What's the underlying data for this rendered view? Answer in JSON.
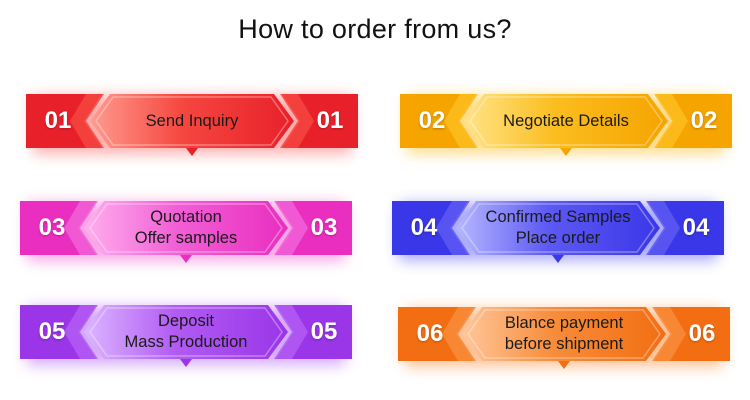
{
  "title": "How to order from us?",
  "steps": [
    {
      "number": "01",
      "lines": [
        "Send Inquiry"
      ],
      "colors": {
        "dark": "#e8202a",
        "mid": "#f5473f",
        "light": "#ff9c90",
        "glow": "#ff4d4d"
      }
    },
    {
      "number": "02",
      "lines": [
        "Negotiate Details"
      ],
      "colors": {
        "dark": "#f5a400",
        "mid": "#fbbd1e",
        "light": "#ffe48a",
        "glow": "#ffb300"
      }
    },
    {
      "number": "03",
      "lines": [
        "Quotation",
        "Offer samples"
      ],
      "colors": {
        "dark": "#e92ec0",
        "mid": "#f25fd6",
        "light": "#ffb0ee",
        "glow": "#f03cc8"
      }
    },
    {
      "number": "04",
      "lines": [
        "Confirmed Samples",
        "Place order"
      ],
      "colors": {
        "dark": "#3a37e8",
        "mid": "#5d59f3",
        "light": "#b7b8ff",
        "glow": "#4b48f0"
      }
    },
    {
      "number": "05",
      "lines": [
        "Deposit",
        "Mass Production"
      ],
      "colors": {
        "dark": "#9a35e8",
        "mid": "#b15bf3",
        "light": "#dcb6ff",
        "glow": "#a445f0"
      }
    },
    {
      "number": "06",
      "lines": [
        "Blance payment",
        "before shipment"
      ],
      "colors": {
        "dark": "#f36e12",
        "mid": "#f78c3a",
        "light": "#ffc79b",
        "glow": "#ff7a1f"
      }
    }
  ]
}
